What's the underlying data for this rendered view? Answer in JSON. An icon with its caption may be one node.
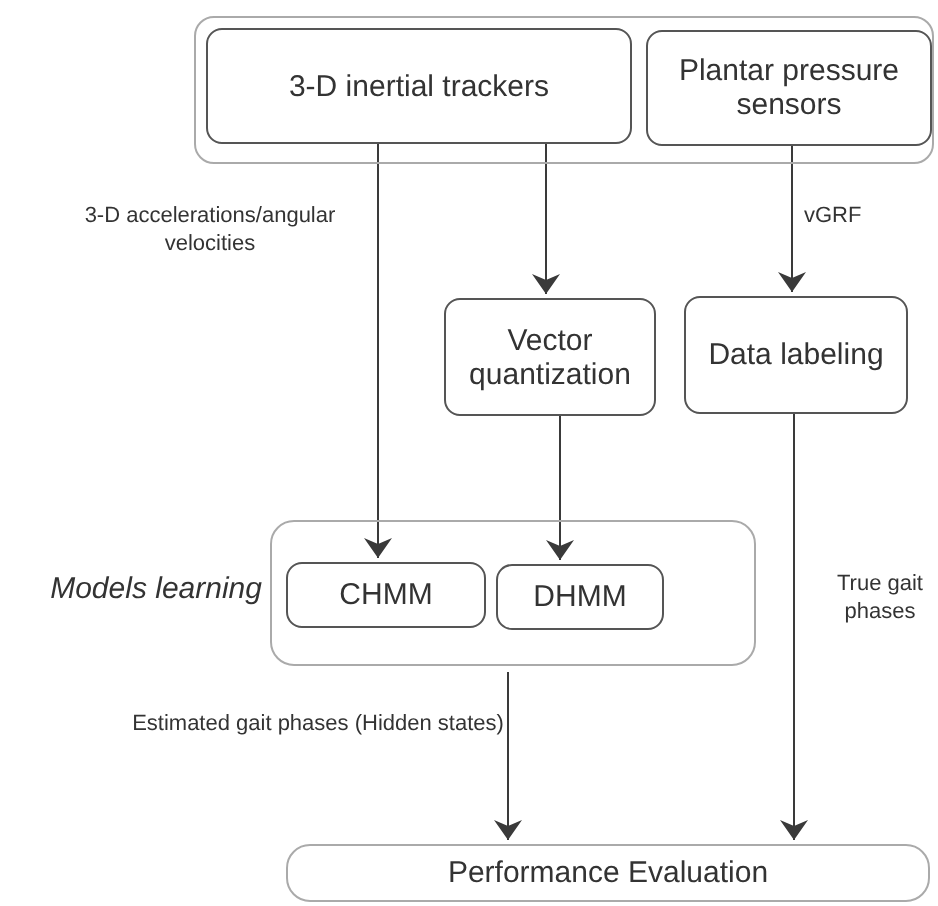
{
  "diagram": {
    "nodes": [
      {
        "text": [],
        "shape": "box"
      },
      {
        "text": [
          "3-D inertial trackers"
        ],
        "in": 0
      },
      {
        "text": [
          "Plantar pressure sensors"
        ],
        "in": 0
      },
      {
        "text": [
          "Vector quantization"
        ]
      },
      {
        "text": [
          "Data labeling"
        ]
      },
      {
        "text": [],
        "shape": "box",
        "beside": [
          "Models learning"
        ]
      },
      {
        "text": [
          "CHMM"
        ],
        "in": 5
      },
      {
        "text": [
          "DHMM"
        ],
        "in": 5
      },
      {
        "text": [
          "Performance Evaluation"
        ]
      }
    ],
    "edges": [
      {
        "from": 1,
        "to": 6,
        "arrow": "to",
        "label": "3-D accelerations/angular velocities"
      },
      {
        "from": 1,
        "to": 3,
        "arrow": "to"
      },
      {
        "from": 2,
        "to": 4,
        "arrow": "to",
        "label": "vGRF"
      },
      {
        "from": 3,
        "to": 7,
        "arrow": "to"
      },
      {
        "from": 4,
        "to": 8,
        "arrow": "to",
        "label": "True gait phases"
      },
      {
        "from": 5,
        "to": 8,
        "arrow": "to",
        "label": "Estimated gait phases (Hidden states)"
      }
    ]
  }
}
